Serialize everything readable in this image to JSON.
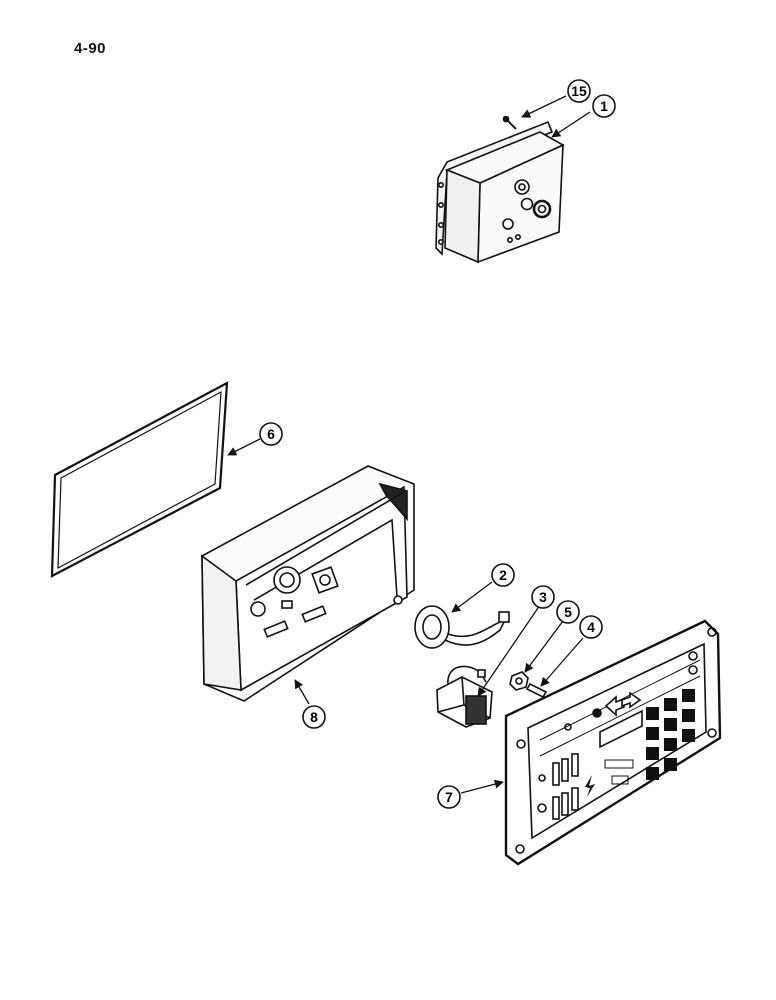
{
  "page": {
    "number": "4-90"
  },
  "callouts": [
    {
      "id": "c15",
      "label": "15"
    },
    {
      "id": "c1",
      "label": "1"
    },
    {
      "id": "c6",
      "label": "6"
    },
    {
      "id": "c2",
      "label": "2"
    },
    {
      "id": "c3",
      "label": "3"
    },
    {
      "id": "c5",
      "label": "5"
    },
    {
      "id": "c4",
      "label": "4"
    },
    {
      "id": "c8",
      "label": "8"
    },
    {
      "id": "c7",
      "label": "7"
    }
  ]
}
